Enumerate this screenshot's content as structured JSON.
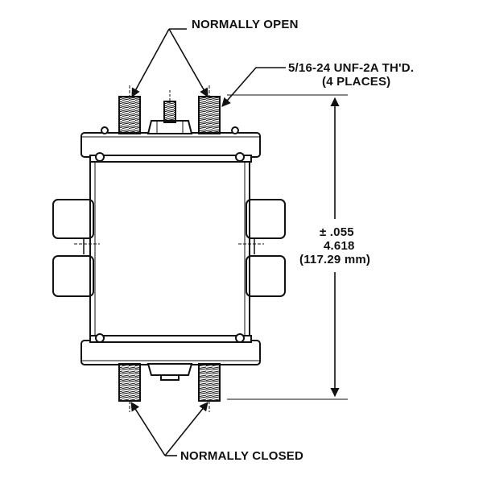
{
  "labels": {
    "normally_open": "NORMALLY OPEN",
    "thread_spec": "5/16-24 UNF-2A TH'D.",
    "thread_places": "(4 PLACES)",
    "tolerance": "± .055",
    "dimension_in": "4.618",
    "dimension_mm": "(117.29 mm)",
    "normally_closed": "NORMALLY CLOSED"
  },
  "colors": {
    "ink": "#111111",
    "background": "#ffffff"
  }
}
